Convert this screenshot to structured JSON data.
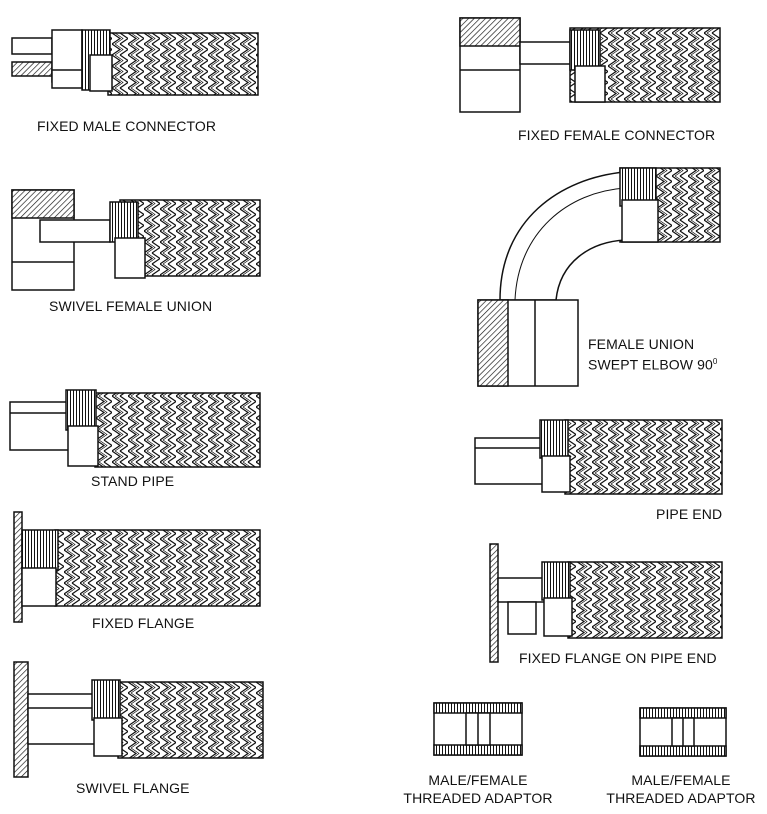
{
  "labels": {
    "fixed_male_connector": "FIXED MALE CONNECTOR",
    "fixed_female_connector": "FIXED FEMALE CONNECTOR",
    "swivel_female_union": "SWIVEL FEMALE UNION",
    "female_union_line1": "FEMALE UNION",
    "female_union_line2": "SWEPT ELBOW 90",
    "female_union_degree": "0",
    "stand_pipe": "STAND PIPE",
    "pipe_end": "PIPE END",
    "fixed_flange": "FIXED FLANGE",
    "fixed_flange_on_pipe_end": "FIXED FLANGE ON PIPE END",
    "swivel_flange": "SWIVEL FLANGE",
    "adaptor_a_line1": "MALE/FEMALE",
    "adaptor_a_line2": "THREADED ADAPTOR",
    "adaptor_b_line1": "MALE/FEMALE",
    "adaptor_b_line2": "THREADED ADAPTOR"
  }
}
